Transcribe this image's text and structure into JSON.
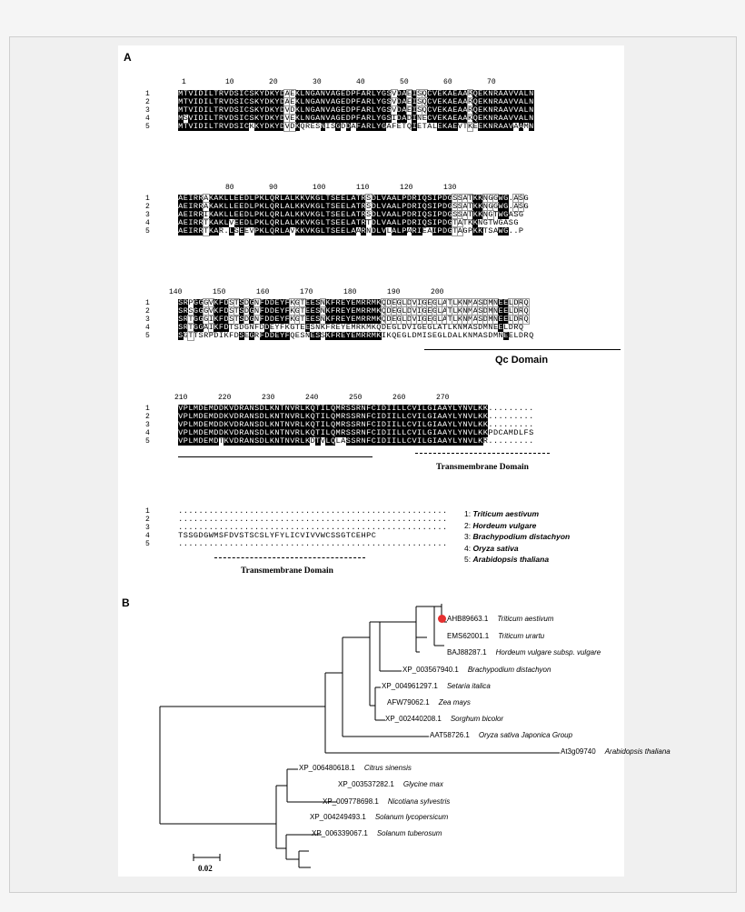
{
  "panels": {
    "a": "A",
    "b": "B"
  },
  "alignment": {
    "blocks": [
      {
        "ruler": "1         10        20        30        40        50        60        70",
        "rows": [
          "MTVIDILTRVDSICSKYDKYDAEKLNGANVAGEDPFARLYGSVDAEISQCVEKAEAARQEKNRAAVVALN",
          "MTVIDILTRVDSICSKYDKYDAEKLNGANVAGEDPFARLYGSVDAEISQCVEKAEAARQEKNRAAVVALN",
          "MTVIDILTRVDSICSKYDKYDVDKLNGANVAGEDPFARLYGSVDAEISQCVEKAEAARQEKNRAAVVALN",
          "MSVIDILTRVDSICSKYDKYDVEKLNGANVAGEDPFARLYGSIDADINECVEKAEAAKQEKNRAAVVALN",
          "MTVIDILTRVDSICKKYDKYDVDKQRESNISGDDAFARLYGAFETQIETALEKAEVTKEEKNRAAVAAMN"
        ]
      },
      {
        "ruler": "          80        90        100       110       120       130",
        "rows": [
          "AEIRRAKAKLLEEDLPKLQRLALKKVKGLTSEELATRSDLVAALPDRIQSIPDGSSATKKNGGWG.ASG",
          "AEIRRAKAKLLEEDLPKLQRLALKKVKGLTSEELATRSDLVAALPDRIQSIPDGSSATKKNGGWG.ASG",
          "AEIRRIKAKLLEEDLPKLQRLALKKVKGLTSEELATRSDLVAALPDRIQSIPDGSSATKKNGTWGASG",
          "AEIRRTKAKLVEEDLPKLQRLALKKVKGLTSEELATRTDLVAALPDRIQSIPDGTATKKNGTWGASG",
          "AEIRRTKAR.LSEEVPKLQRLAVKKVKGLTSEELAARNDLVLALPARIEAIPDGTAGPKKTSAWG..P"
        ]
      },
      {
        "ruler": "140       150       160       170       180       190       200",
        "rows": [
          "SRPGGGVKFDSTSDGNFDDEYFKGTEESNKFREYEMRRMKQDEGLDVIGEGLATLKNMASDMNEELDRQ",
          "SRSGGGVKFDSTSDGNFDDEYFKGTEESNKFREYEMRRMKQDEGLDVIGEGLATLKNMASDMNEELDRQ",
          "SRTGGGIKFDSTSDGNFDDEYFKGTEESNKFREYEMRRMKQDEGLDVIGEGLATLKNMASDMNEELDRQ",
          "SRTGGAIKFDTSDGNFDDEYFKGTEESNKFREYEMRKMKQDEGLDVIGEGLATLKNMASDMNEELDRQ",
          "SGTTSRPDIKFDSEGRFDDEYFQESNESSKFREYEMRRMKIKQEGLDMISEGLDALKNMASDMNEELDRQ"
        ]
      },
      {
        "ruler": "210       220       230       240       250       260       270",
        "rows": [
          "VPLMDEMDDKVDRANSDLKNTNVRLKQTILQMRSSRNFCIDIILLCVILGIAAYLYNVLKK.........",
          "VPLMDEMDDKVDRANSDLKNTNVRLKQTILQMRSSRNFCIDIILLCVILGIAAYLYNVLKK.........",
          "VPLMDEMDDKVDRANSDLKNTNVRLKQTILQMRSSRNFCIDIILLCVILGIAAYLYNVLKK.........",
          "VPLMDEMDDKVDRANSDLKNTNVRLKQTILQMRSSRNFCIDIILLCVILGIAAYLYNVLKKPDCAMDLFS",
          "VPLMDEMDTKVDRANSDLKNTNVRLKDTVLQLASSRNFCIDIILLCVILGIAAYLYNVLKR........."
        ]
      },
      {
        "ruler": "",
        "rows": [
          ".....................................................",
          ".....................................................",
          ".....................................................",
          "TSSGDGWMSFDVSTSCSLYFYLICVIVVWCSSGTCEHPC",
          "....................................................."
        ]
      }
    ],
    "row_numbers": [
      "1",
      "2",
      "3",
      "4",
      "5"
    ],
    "domains": {
      "qc": "Qc Domain",
      "tm1": "Transmembrane Domain",
      "tm2": "Transmembrane Domain"
    },
    "legend": [
      {
        "num": "1:",
        "species": "Triticum aestivum"
      },
      {
        "num": "2:",
        "species": "Hordeum vulgare"
      },
      {
        "num": "3:",
        "species": "Brachypodium distachyon"
      },
      {
        "num": "4:",
        "species": "Oryza sativa"
      },
      {
        "num": "5:",
        "species": "Arabidopsis thaliana"
      }
    ]
  },
  "tree": {
    "leaves": [
      {
        "acc": "AHB89663.1",
        "species": "Triticum aestivum",
        "highlight": true
      },
      {
        "acc": "EMS62001.1",
        "species": "Triticum urartu"
      },
      {
        "acc": "BAJ88287.1",
        "species": "Hordeum vulgare subsp. vulgare"
      },
      {
        "acc": "XP_003567940.1",
        "species": "Brachypodium distachyon"
      },
      {
        "acc": "XP_004961297.1",
        "species": "Setaria italica"
      },
      {
        "acc": "AFW79062.1",
        "species": "Zea mays"
      },
      {
        "acc": "XP_002440208.1",
        "species": "Sorghum bicolor"
      },
      {
        "acc": "AAT58726.1",
        "species": "Oryza sativa Japonica Group"
      },
      {
        "acc": "At3g09740",
        "species": "Arabidopsis thaliana"
      },
      {
        "acc": "XP_006480618.1",
        "species": "Citrus sinensis"
      },
      {
        "acc": "XP_003537282.1",
        "species": "Glycine max"
      },
      {
        "acc": "XP_009778698.1",
        "species": "Nicotiana sylvestris"
      },
      {
        "acc": "XP_004249493.1",
        "species": "Solanum lycopersicum"
      },
      {
        "acc": "XP_006339067.1",
        "species": "Solanum tuberosum"
      }
    ],
    "scale_label": "0.02",
    "highlight_color": "#e53030"
  }
}
